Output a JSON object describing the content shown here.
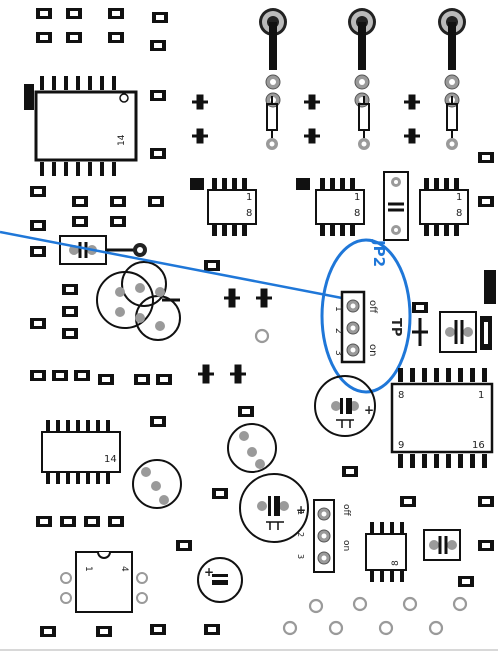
{
  "board": {
    "colors": {
      "silk": "#111111",
      "pad_ring": "#9a9a9a",
      "pad_hole": "#ffffff",
      "callout": "#1f77d8",
      "background": "#ffffff"
    }
  },
  "callout": {
    "jumper_name": "JP2",
    "state_off": "off",
    "state_on": "on",
    "pins": [
      "1",
      "2",
      "3"
    ],
    "testpoint": "TP"
  },
  "ic_labels": {
    "top_left_chip": "14",
    "top_mid_1": "1",
    "top_mid_1b": "8",
    "top_mid_2": "1",
    "top_mid_2b": "8",
    "top_right_1": "1",
    "top_right_1b": "8",
    "right_big_8": "8",
    "right_big_1": "1",
    "right_big_9": "9",
    "right_big_16": "16",
    "left_chip_14": "14",
    "bottom_chip_1": "1",
    "bottom_chip_4": "4",
    "small_right_8": "8"
  },
  "jumper_bottom": {
    "state_off": "off",
    "state_on": "on",
    "pins": [
      "1",
      "2",
      "3"
    ]
  },
  "cap_marks": {
    "plus": "+"
  }
}
